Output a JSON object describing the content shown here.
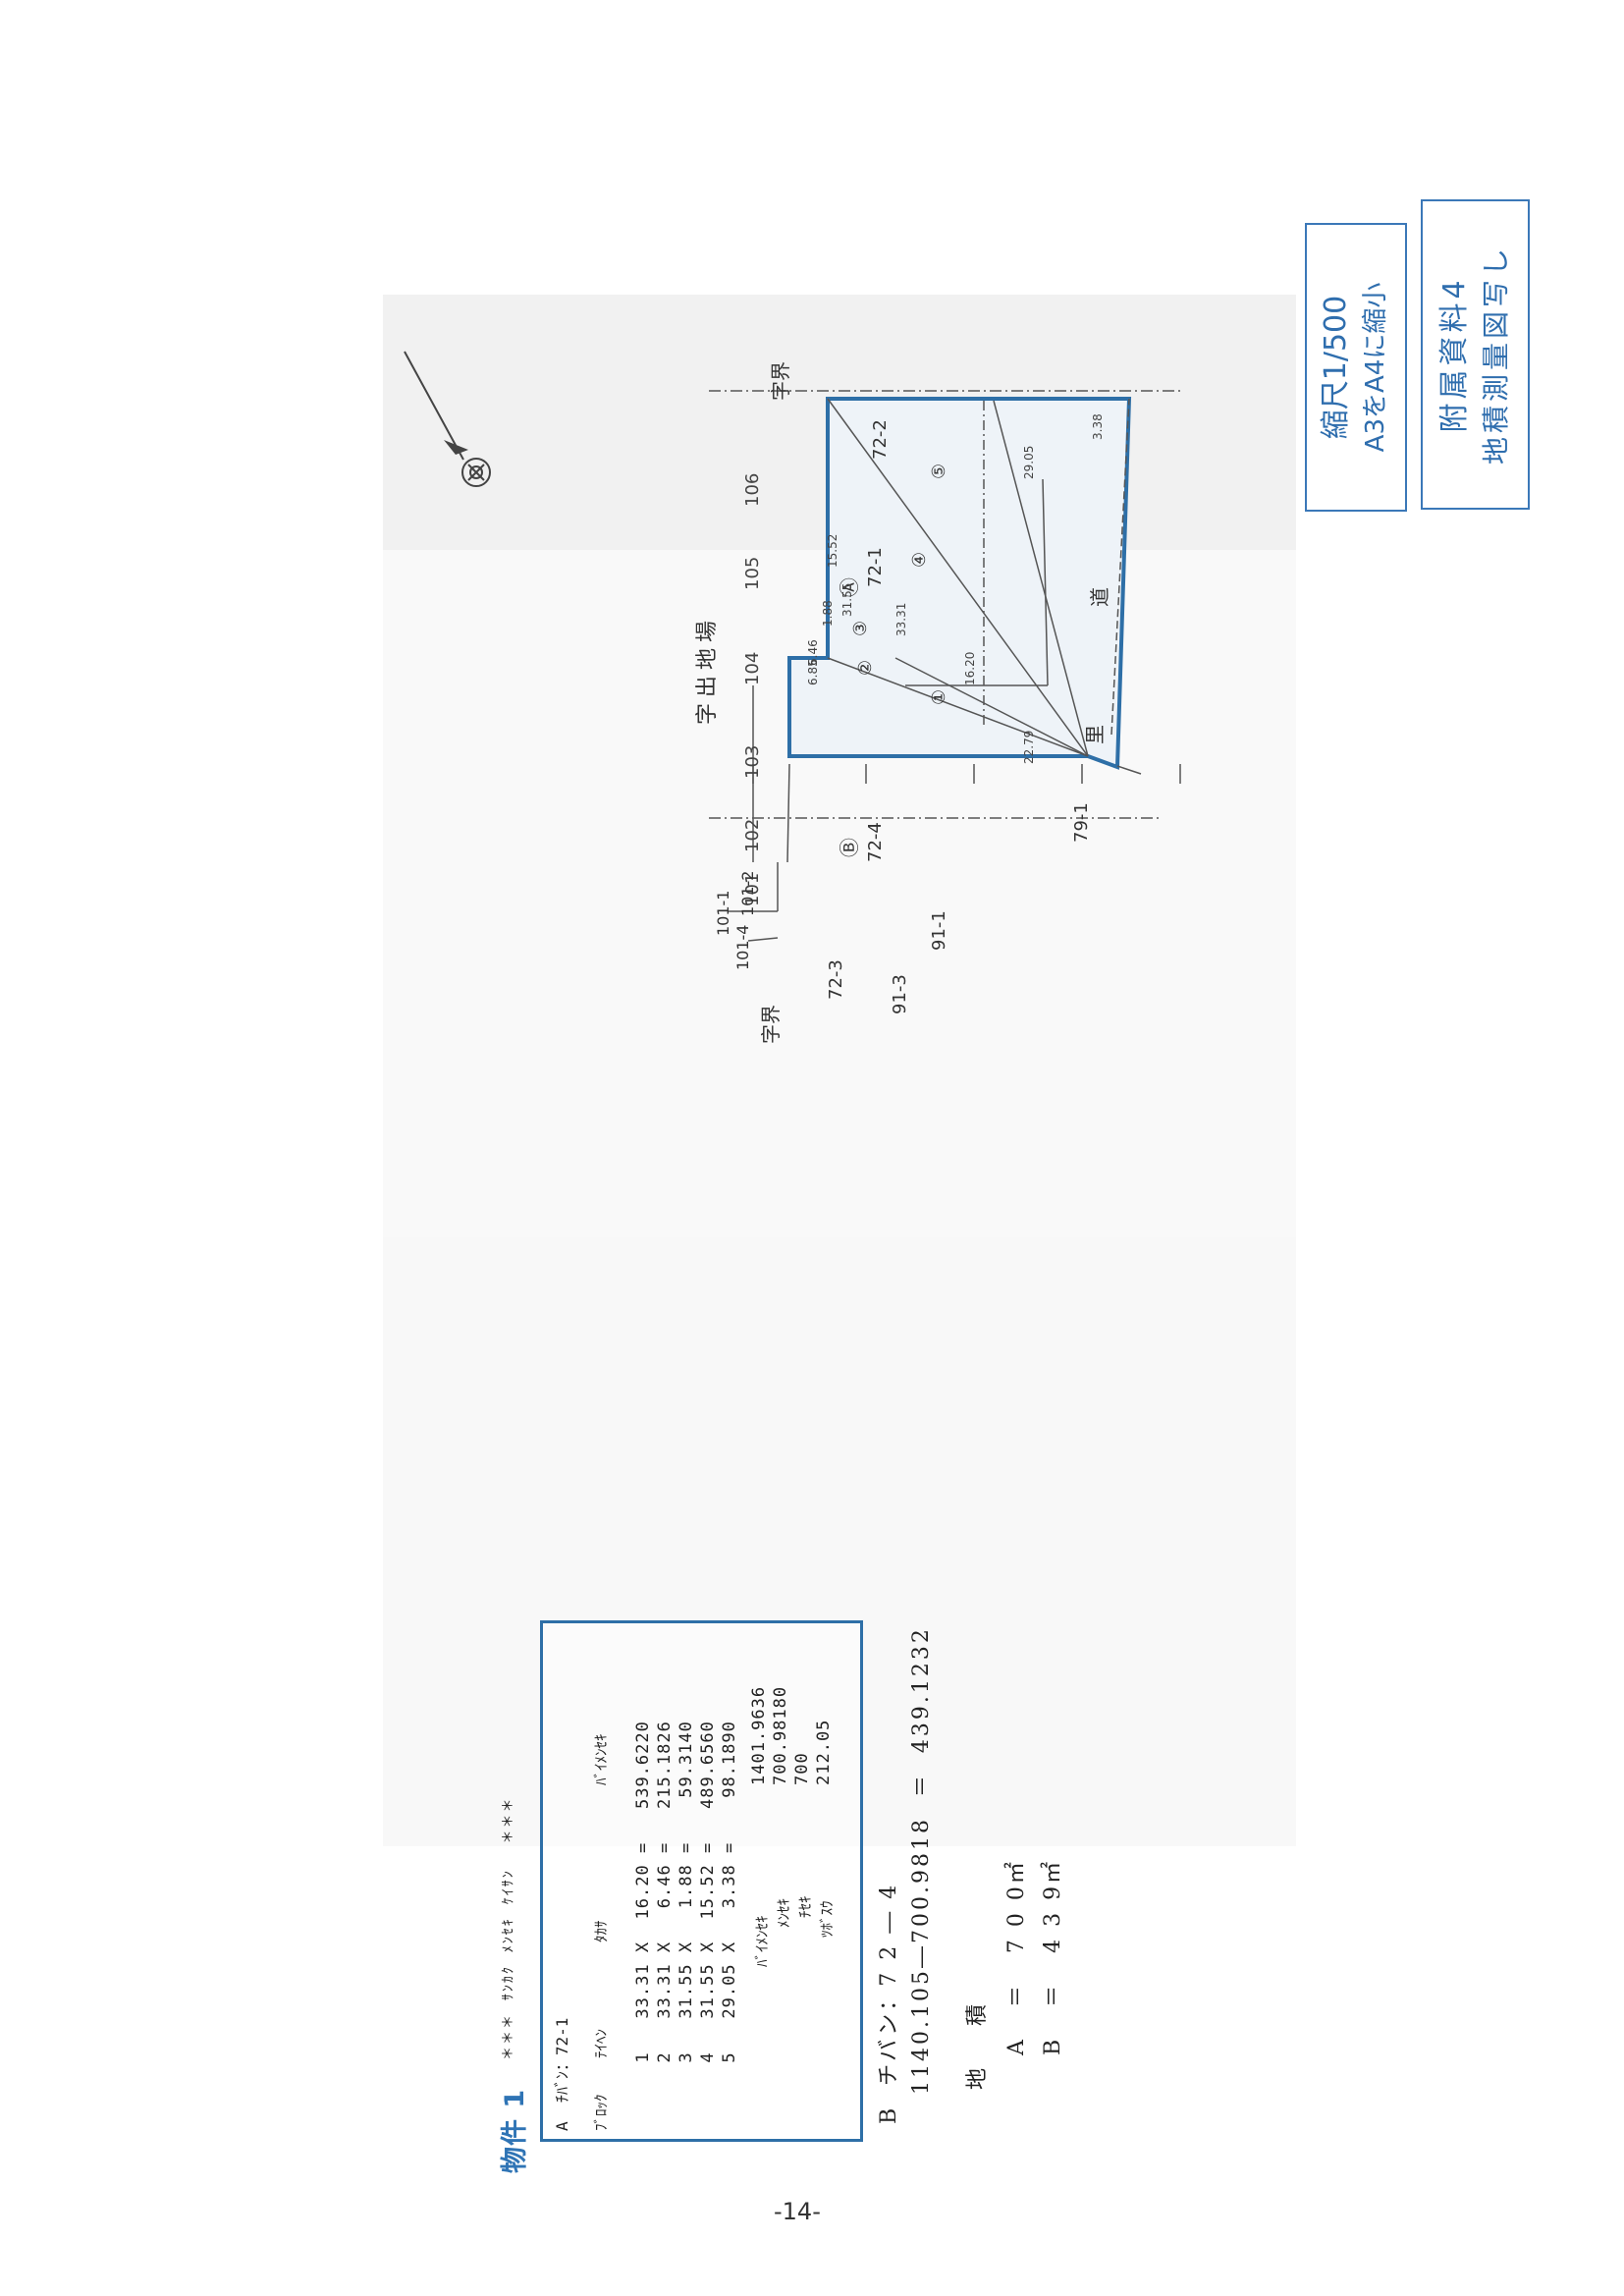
{
  "stamps": {
    "scale_line1": "縮尺1/500",
    "scale_line2": "A3をA4に縮小",
    "attachment_line1": "附属資料4",
    "attachment_line2": "地積測量図写し"
  },
  "property": {
    "title": "物件 1",
    "header": "＊＊＊  ｻﾝｶｸ  ﾒﾝｾｷ  ｹｲｻﾝ    ＊＊＊",
    "block_a_label": "A  ﾁﾊﾞﾝ：72-1",
    "col_headers": {
      "no": "ﾌﾞﾛｯｸ",
      "base": "ﾃｲﾍﾝ",
      "height": "ﾀｶｻ",
      "double_area": "ﾊﾞｲﾒﾝｾｷ"
    },
    "rows": [
      {
        "no": "1",
        "base": "33.31",
        "x": "X",
        "height": "16.20",
        "eq": "=",
        "double_area": "539.6220"
      },
      {
        "no": "2",
        "base": "33.31",
        "x": "X",
        "height": "6.46",
        "eq": "=",
        "double_area": "215.1826"
      },
      {
        "no": "3",
        "base": "31.55",
        "x": "X",
        "height": "1.88",
        "eq": "=",
        "double_area": "59.3140"
      },
      {
        "no": "4",
        "base": "31.55",
        "x": "X",
        "height": "15.52",
        "eq": "=",
        "double_area": "489.6560"
      },
      {
        "no": "5",
        "base": "29.05",
        "x": "X",
        "height": "3.38",
        "eq": "=",
        "double_area": "98.1890"
      }
    ],
    "totals": [
      {
        "label": "ﾊﾞｲﾒﾝｾｷ",
        "value": "1401.9636"
      },
      {
        "label": "ﾒﾝｾｷ",
        "value": "700.98180"
      },
      {
        "label": "ﾁｾｷ",
        "value": "700"
      },
      {
        "label": "ﾂﾎﾞｽｳ",
        "value": "212.05"
      }
    ],
    "block_b_label": "B  チバン：7 2 ― 4",
    "block_b_calc": "1140.105―700.9818  ＝  439.1232",
    "area_heading": "地    積",
    "area_a": "A   ＝   7 0 0㎡",
    "area_b": "B   ＝   4 3 9㎡"
  },
  "map": {
    "district_name": "字出地場",
    "boundary_right": "字界",
    "boundary_left": "字界",
    "road_label": "里",
    "road_label2": "道",
    "lot_721": "72-1",
    "lot_724": "72-4",
    "lot_722": "72-2",
    "lot_723": "72-3",
    "lot_911": "91-1",
    "lot_913": "91-3",
    "lot_791": "79-1",
    "lot_1014": "101-4",
    "lot_1011": "101-1",
    "lot_1012": "101-2",
    "lot_A_mark": "Ⓐ",
    "lot_B_mark": "Ⓑ",
    "tri_1": "①",
    "tri_2": "②",
    "tri_3": "③",
    "tri_4": "④",
    "tri_5": "⑤",
    "grid_labels": [
      "101",
      "102",
      "103",
      "104",
      "105",
      "106"
    ],
    "dims": {
      "d1": "33.31",
      "d2": "31.55",
      "d3": "29.05",
      "d4": "15.52",
      "d5": "16.20",
      "d6": "22.79",
      "d7": "6.46",
      "d8": "1.88",
      "d9": "3.38",
      "d10": "6.85"
    }
  },
  "page": {
    "number": "-14-"
  }
}
